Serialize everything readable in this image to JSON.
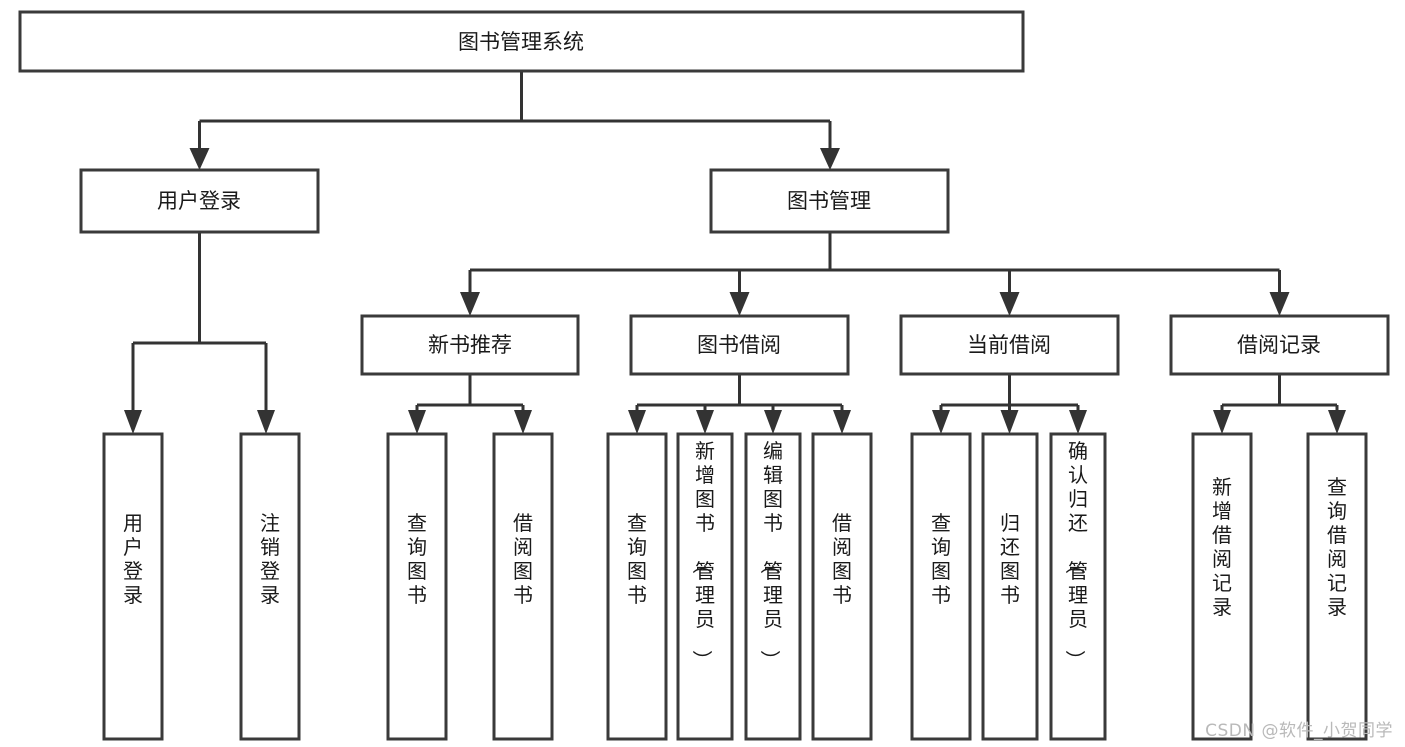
{
  "diagram": {
    "type": "tree-flowchart",
    "title": "图书管理系统",
    "root": {
      "id": "root",
      "label": "图书管理系统",
      "level": 0
    },
    "level1": [
      {
        "id": "user-login",
        "label": "用户登录"
      },
      {
        "id": "book-management",
        "label": "图书管理"
      }
    ],
    "level2": [
      {
        "id": "new-book-recommend",
        "label": "新书推荐",
        "parent": "book-management"
      },
      {
        "id": "book-borrow",
        "label": "图书借阅",
        "parent": "book-management"
      },
      {
        "id": "current-borrow",
        "label": "当前借阅",
        "parent": "book-management"
      },
      {
        "id": "borrow-record",
        "label": "借阅记录",
        "parent": "book-management"
      }
    ],
    "leaves": {
      "user-login": [
        {
          "id": "leaf-user-login",
          "label": "用户登录"
        },
        {
          "id": "leaf-logout-login",
          "label": "注销登录"
        }
      ],
      "new-book-recommend": [
        {
          "id": "leaf-query-book-1",
          "label": "查询图书"
        },
        {
          "id": "leaf-borrow-book-1",
          "label": "借阅图书"
        }
      ],
      "book-borrow": [
        {
          "id": "leaf-query-book-2",
          "label": "查询图书"
        },
        {
          "id": "leaf-add-book",
          "label": "新增图书（管理员）"
        },
        {
          "id": "leaf-edit-book",
          "label": "编辑图书（管理员）"
        },
        {
          "id": "leaf-borrow-book-2",
          "label": "借阅图书"
        }
      ],
      "current-borrow": [
        {
          "id": "leaf-query-book-3",
          "label": "查询图书"
        },
        {
          "id": "leaf-return-book",
          "label": "归还图书"
        },
        {
          "id": "leaf-confirm-return",
          "label": "确认归还（管理员）"
        }
      ],
      "borrow-record": [
        {
          "id": "leaf-add-record",
          "label": "新增借阅记录"
        },
        {
          "id": "leaf-query-record",
          "label": "查询借阅记录"
        }
      ]
    }
  },
  "watermark": {
    "text": "CSDN @软件_小贺同学"
  },
  "colors": {
    "background": "#ffffff",
    "box_border": "#3a3a3a",
    "connector": "#333333",
    "text": "#1a1a1a",
    "watermark": "#b9b9b9"
  }
}
